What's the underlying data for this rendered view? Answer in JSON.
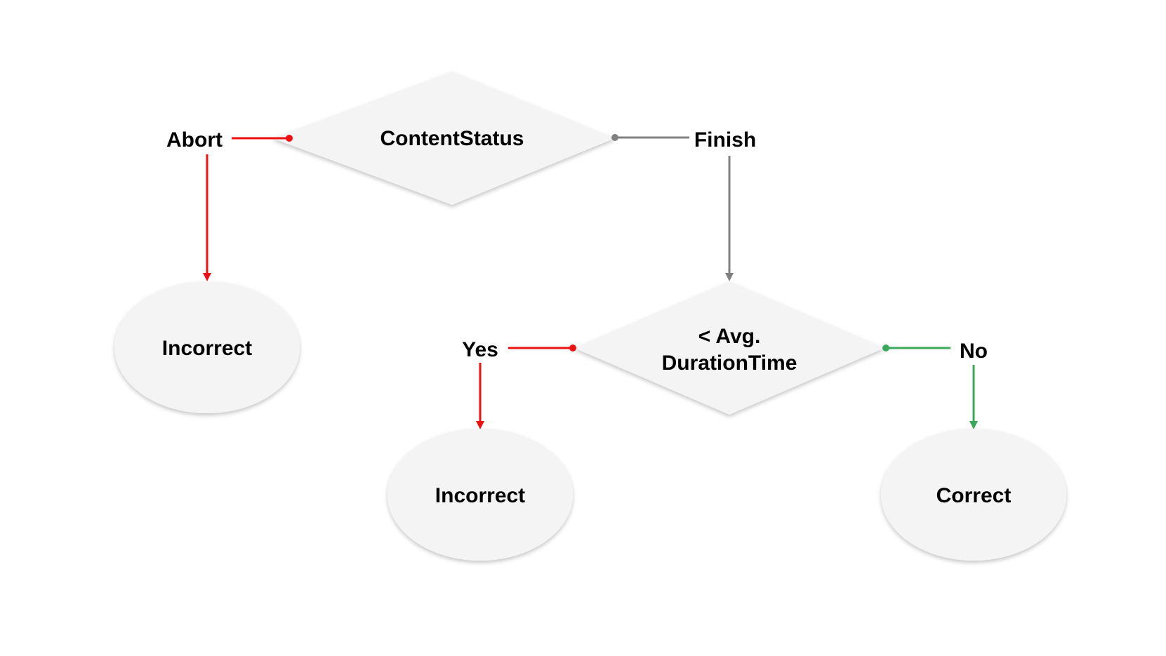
{
  "decisions": {
    "content_status": "ContentStatus",
    "duration_line1": "< Avg.",
    "duration_line2": "DurationTime"
  },
  "branches": {
    "abort": "Abort",
    "finish": "Finish",
    "yes": "Yes",
    "no": "No"
  },
  "outcomes": {
    "abort_result": "Incorrect",
    "yes_result": "Incorrect",
    "no_result": "Correct"
  },
  "colors": {
    "incorrect_path": "#ee1111",
    "neutral_path": "#808080",
    "correct_path": "#3aa85a",
    "node_fill": "#f4f4f4"
  }
}
